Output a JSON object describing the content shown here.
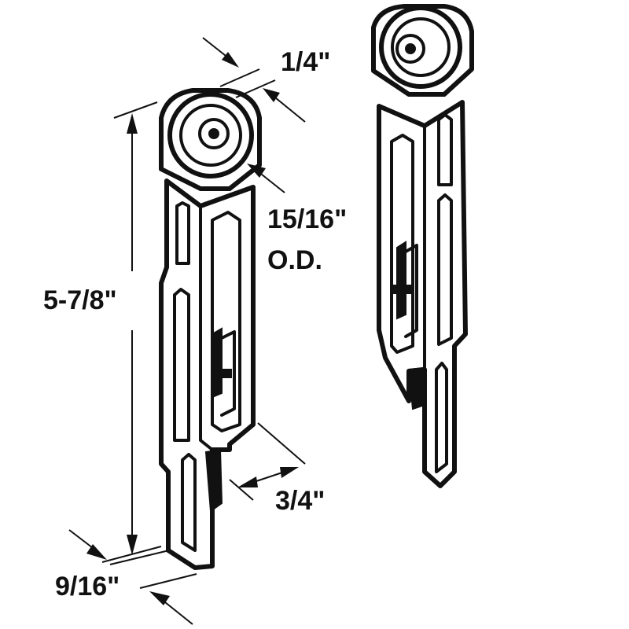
{
  "dimensions": {
    "axle_width": "1/4\"",
    "outer_diameter_value": "15/16\"",
    "outer_diameter_unit": "O.D.",
    "overall_length": "5-7/8\"",
    "body_width": "3/4\"",
    "bottom_width": "9/16\""
  }
}
